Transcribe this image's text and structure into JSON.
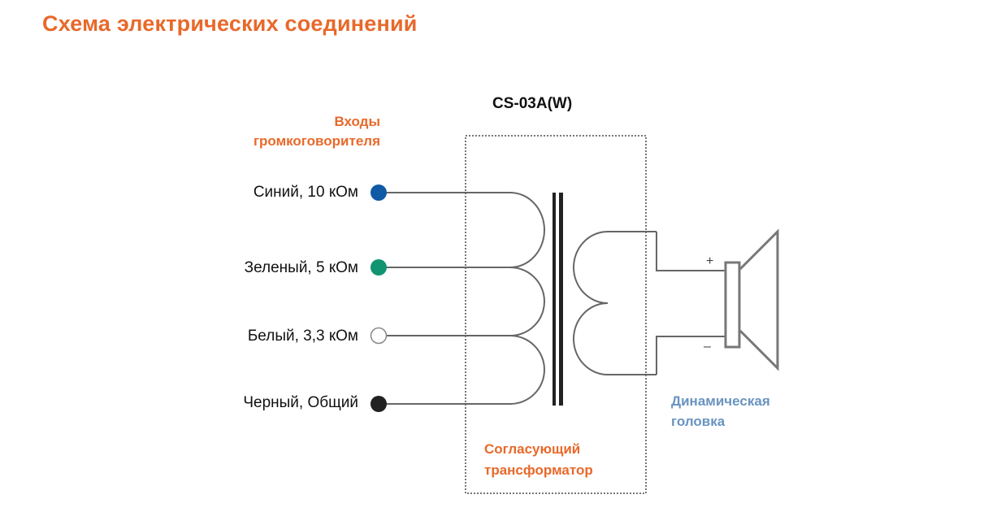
{
  "title": "Схема электрических соединений",
  "model": "CS-03A(W)",
  "inputs_title": {
    "line1": "Входы",
    "line2": "громкоговорителя"
  },
  "terminals": [
    {
      "label": "Синий, 10 кОм",
      "color_name": "blue",
      "fill": "#0e5aa5"
    },
    {
      "label": "Зеленый, 5 кОм",
      "color_name": "green",
      "fill": "#119470"
    },
    {
      "label": "Белый, 3,3 кОм",
      "color_name": "white",
      "fill": "#ffffff"
    },
    {
      "label": "Черный, Общий",
      "color_name": "black",
      "fill": "#222222"
    }
  ],
  "transformer_label": {
    "line1": "Согласующий",
    "line2": "трансформатор"
  },
  "speaker_label": {
    "line1": "Динамическая",
    "line2": "головка"
  },
  "polarity": {
    "plus": "+",
    "minus": "–"
  },
  "colors": {
    "accent_orange": "#e8692a",
    "speaker_blue": "#6a94c0",
    "wire": "#666666"
  }
}
